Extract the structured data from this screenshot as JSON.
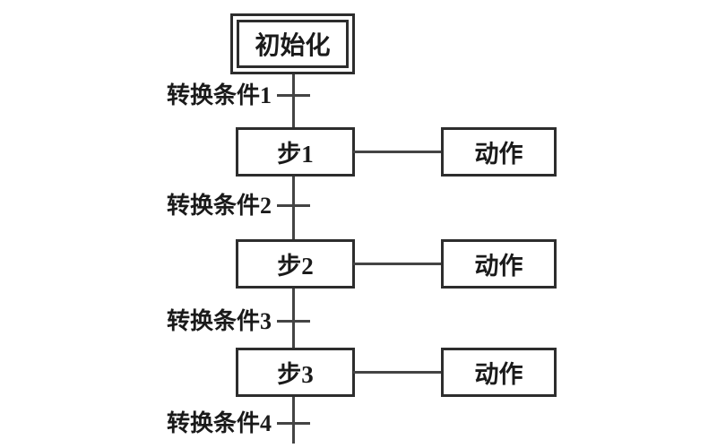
{
  "diagram": {
    "type": "sequential-function-chart",
    "initial_step": "初始化",
    "transitions": [
      "转换条件1",
      "转换条件2",
      "转换条件3",
      "转换条件4"
    ],
    "steps": [
      "步1",
      "步2",
      "步3"
    ],
    "actions": [
      "动作",
      "动作",
      "动作"
    ],
    "colors": {
      "background": "#ffffff",
      "line": "#444444",
      "box_border": "#2d2d2d",
      "text": "#1a1a1a"
    }
  }
}
